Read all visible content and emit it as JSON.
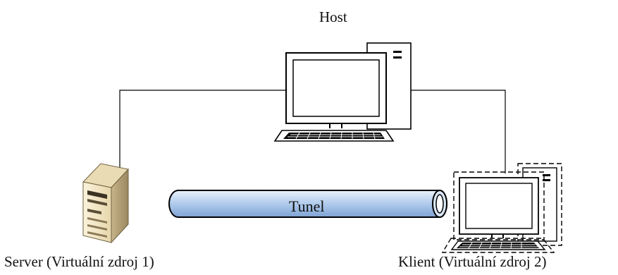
{
  "diagram": {
    "host": {
      "label": "Host"
    },
    "server": {
      "label": "Server (Virtuální zdroj 1)"
    },
    "client": {
      "label": "Klient (Virtuální zdroj 2)"
    },
    "tunnel": {
      "label": "Tunel"
    }
  },
  "colors": {
    "tunnel_fill_light": "#d6e6f7",
    "tunnel_fill_dark": "#8fb2dc",
    "server_body": "#f2e7c8",
    "line": "#000000"
  }
}
